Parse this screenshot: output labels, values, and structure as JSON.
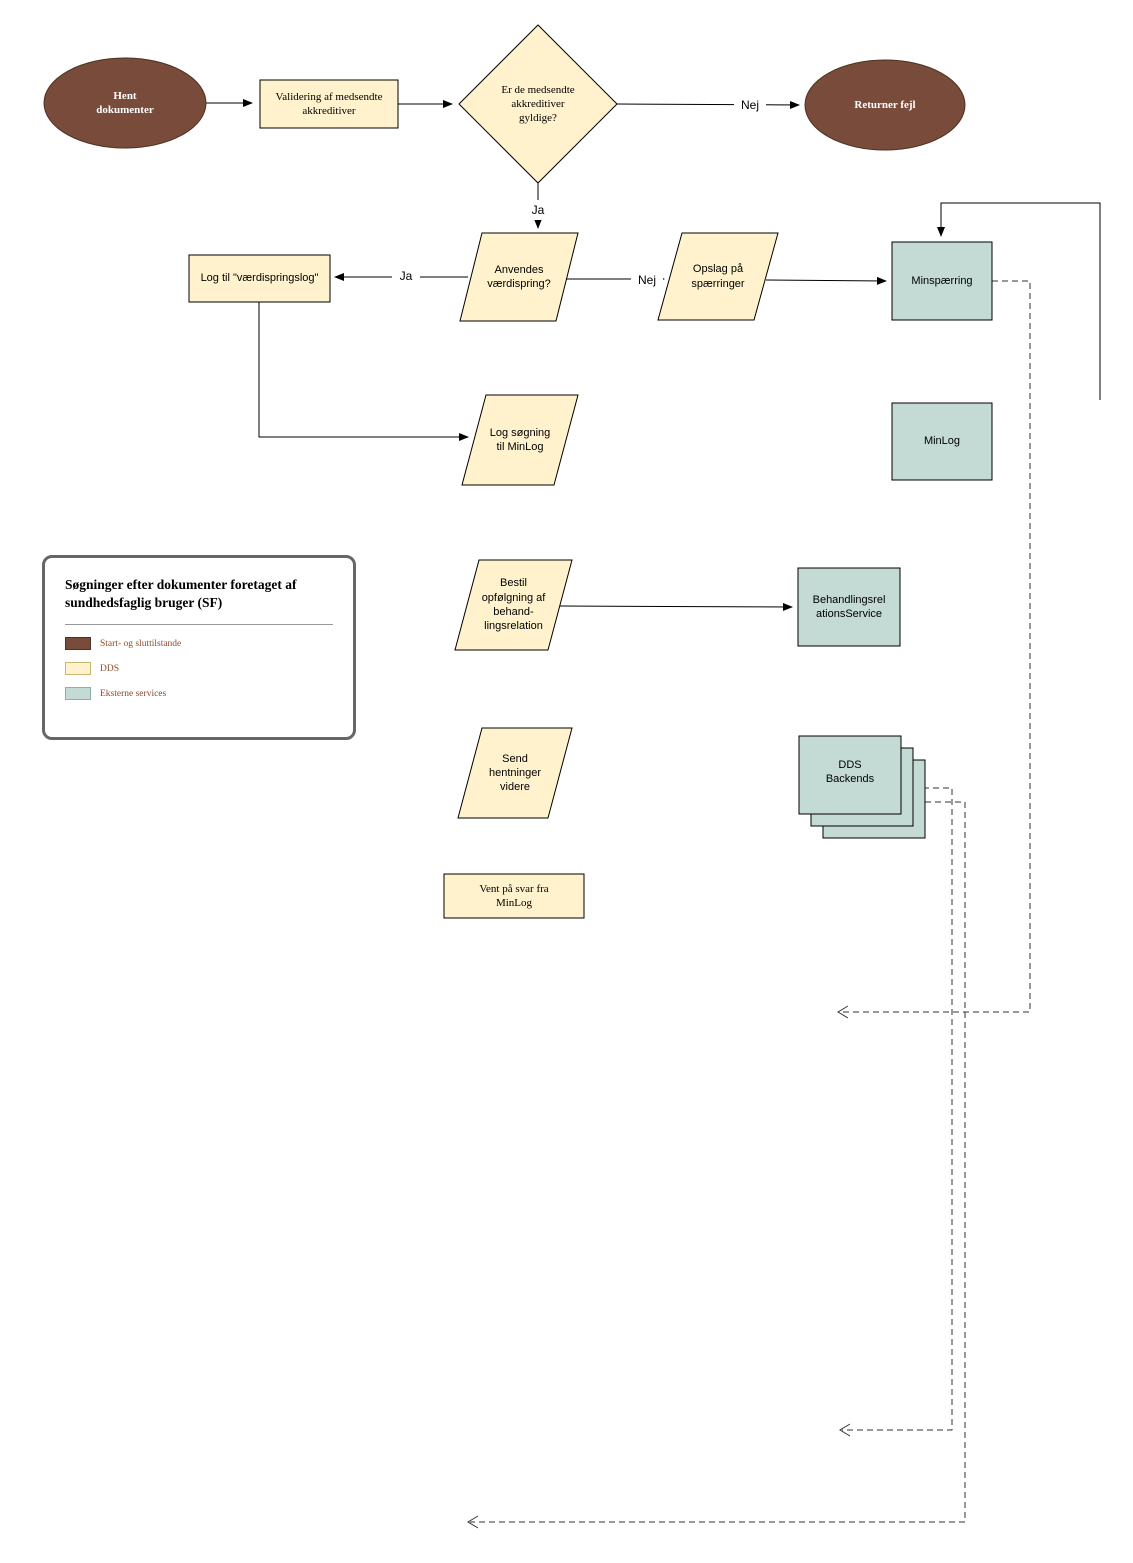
{
  "colors": {
    "start_end": "#784b3a",
    "dds": "#fff2cc",
    "external": "#c4dad5"
  },
  "nodes": {
    "start": "Hent\ndokumenter",
    "validate": "Validering af medsendte\nakkreditiver",
    "decision_valid": "Er de medsendte\nakkreditiver\ngyldige?",
    "return_error": "Returner fejl",
    "log_vaerdispring": "Log til \"værdispringslog\"",
    "decision_vaerdispring": "Anvendes\nværdispring?",
    "opslag": "Opslag på\nspærringer",
    "minspaerring": "Minspærring",
    "minlog": "MinLog",
    "log_soegning": "Log søgning\ntil MinLog",
    "bestil": "Bestil\nopfølgning af\nbehand-\nlingsrelation",
    "behandlingsservice": "Behandlingsrel\nationsService",
    "send": "Send\nhentninger\nvidere",
    "dds_backends": "DDS\nBackends",
    "vent": "Vent på svar fra\nMinLog"
  },
  "edge_labels": {
    "nej_top": "Nej",
    "ja_down": "Ja",
    "ja_left": "Ja",
    "nej_right": "Nej"
  },
  "legend": {
    "title": "Søgninger efter dokumenter foretaget af sundhedsfaglig bruger (SF)",
    "items": [
      {
        "label": "Start- og sluttilstande"
      },
      {
        "label": "DDS"
      },
      {
        "label": "Eksterne services"
      }
    ]
  }
}
